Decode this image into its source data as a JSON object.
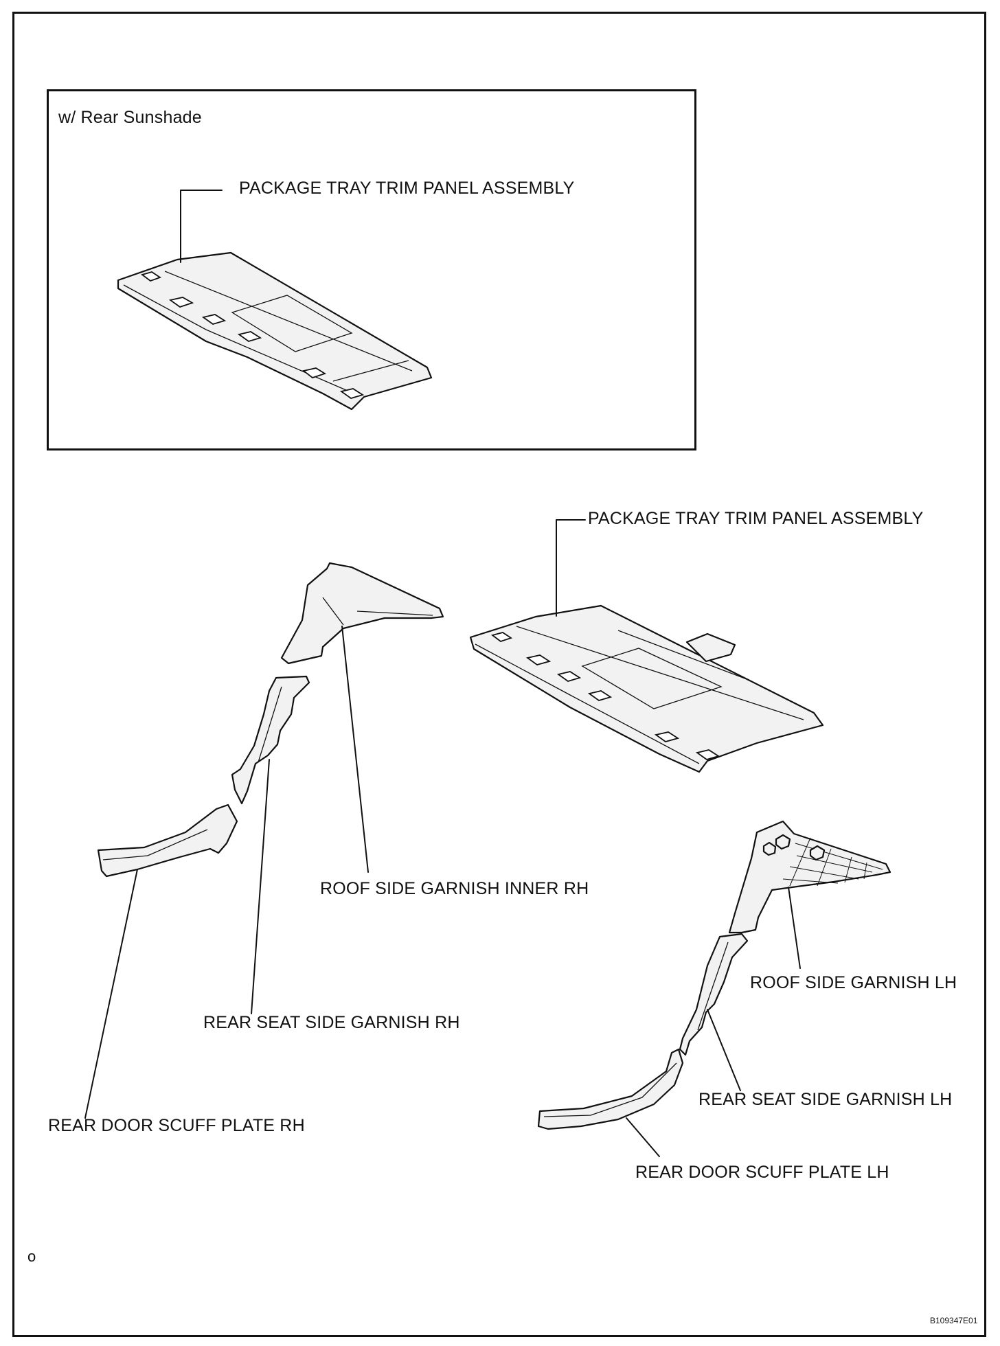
{
  "inset": {
    "caption": "w/ Rear Sunshade",
    "label_package_tray": "PACKAGE TRAY TRIM PANEL ASSEMBLY"
  },
  "labels": {
    "package_tray": "PACKAGE TRAY TRIM PANEL ASSEMBLY",
    "roof_side_inner_rh": "ROOF SIDE  GARNISH INNER RH",
    "rear_seat_side_rh": "REAR SEAT SIDE GARNISH RH",
    "rear_door_scuff_rh": "REAR DOOR SCUFF PLATE RH",
    "roof_side_lh": "ROOF SIDE GARNISH LH",
    "rear_seat_side_lh": "REAR SEAT SIDE GARNISH LH",
    "rear_door_scuff_lh": "REAR DOOR SCUFF PLATE LH"
  },
  "corner_mark": "o",
  "figure_code": "B109347E01"
}
